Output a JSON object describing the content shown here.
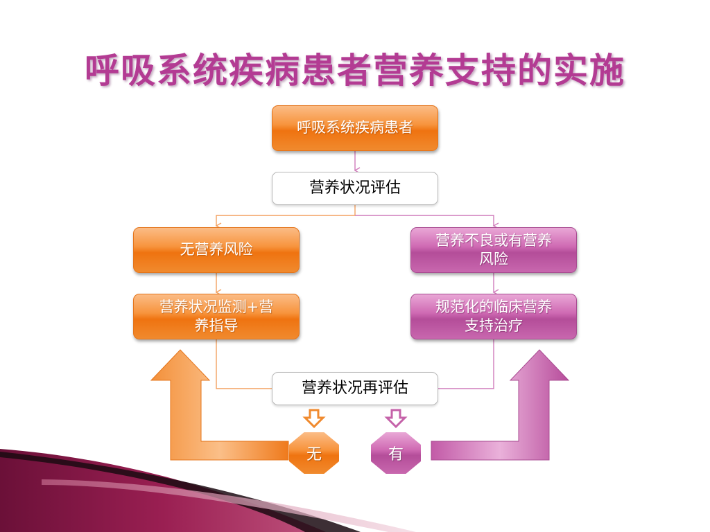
{
  "title": "呼吸系统疾病患者营养支持的实施",
  "flow": {
    "start": "呼吸系统疾病患者",
    "assess": "营养状况评估",
    "no_risk": "无营养风险",
    "risk_line1": "营养不良或有营养",
    "risk_line2": "风险",
    "monitor_line1": "营养状况监测+营",
    "monitor_line2": "养指导",
    "support_line1": "规范化的临床营养",
    "support_line2": "支持治疗",
    "reassess": "营养状况再评估",
    "no": "无",
    "yes": "有"
  },
  "colors": {
    "title": "#b33b93",
    "orange": "#f08a2e",
    "magenta": "#c562a9",
    "orange_line": "#f3a160",
    "magenta_line": "#cf7cbb"
  }
}
